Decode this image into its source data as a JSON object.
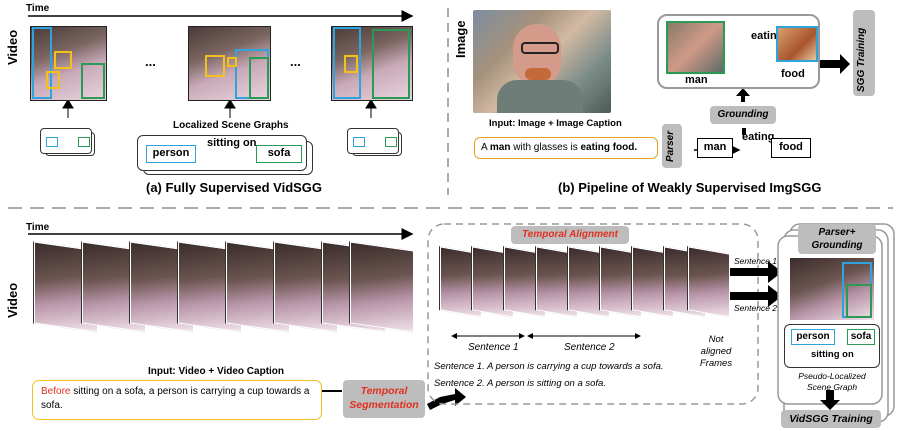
{
  "panel_a": {
    "time_label": "Time",
    "video_label": "Video",
    "ellipsis_1": "...",
    "ellipsis_2": "...",
    "graph_title": "Localized Scene Graphs",
    "node_subject": "person",
    "relation": "sitting on",
    "node_object": "sofa",
    "caption": "(a) Fully Supervised VidSGG"
  },
  "panel_b": {
    "image_label": "Image",
    "input_label": "Input: Image + Image Caption",
    "caption_text": {
      "p1": "A ",
      "p2": "man",
      "p3": " with glasses is ",
      "p4": "eating food."
    },
    "parser_tag": "Parser",
    "grounding_tag": "Grounding",
    "sgg_tag": "SGG Training",
    "node_subject": "man",
    "relation": "eating",
    "node_object": "food",
    "grounded_subject": "man",
    "grounded_relation": "eating",
    "grounded_object": "food",
    "caption": "(b) Pipeline of Weakly Supervised ImgSGG"
  },
  "panel_c": {
    "time_label": "Time",
    "video_label": "Video",
    "input_label": "Input: Video + Video Caption",
    "caption_before": "Before",
    "caption_rest": " sitting on a sofa, a person is carrying a cup towards a sofa.",
    "segmentation_tag": "Temporal Segmentation",
    "alignment_title": "Temporal Alignment",
    "sentence_1_label": "Sentence 1",
    "sentence_2_label": "Sentence 2",
    "not_aligned": "Not aligned Frames",
    "sentence_1_text": "Sentence 1. A person is carrying a cup towards a sofa.",
    "sentence_2_text": "Sentence 2. A person is sitting on a sofa.",
    "arrow_1": "Sentence 1",
    "arrow_2": "Sentence 2",
    "parser_grounding_tag": "Parser+ Grounding",
    "node_subject": "person",
    "node_object": "sofa",
    "relation": "sitting on",
    "pseudo_label": "Pseudo-Localized Scene Graph",
    "vidsgg_tag": "VidSGG Training"
  },
  "colors": {
    "blue": "#2fa3dc",
    "green": "#2b9a55",
    "yellow": "#f2c21a",
    "red": "#e03020",
    "orange": "#e8a020",
    "gray": "#bdbdbd"
  }
}
